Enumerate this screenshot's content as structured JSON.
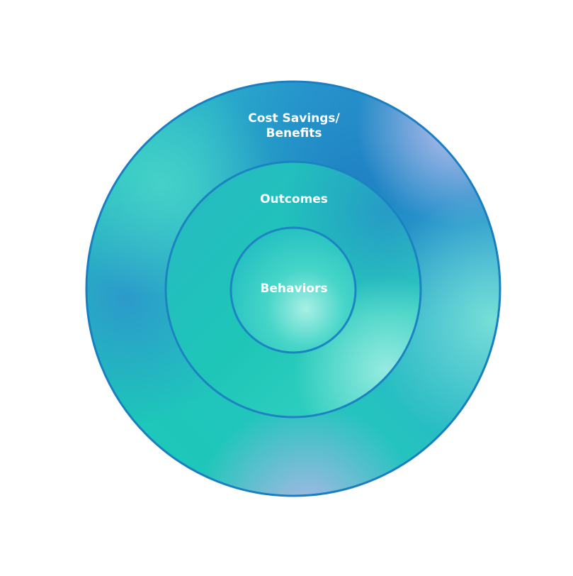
{
  "diagram": {
    "type": "concentric-circles",
    "rings": [
      {
        "id": "outer",
        "label_lines": [
          "Cost Savings/",
          "Benefits"
        ]
      },
      {
        "id": "middle",
        "label": "Outcomes"
      },
      {
        "id": "inner",
        "label": "Behaviors"
      }
    ]
  },
  "colors": {
    "teal": "#1cc7b6",
    "blue": "#1f86c4",
    "lavender": "#b7b6ec",
    "light_aqua": "#8ee8dc",
    "outline": "#1a7fc0",
    "text": "#ffffff"
  }
}
